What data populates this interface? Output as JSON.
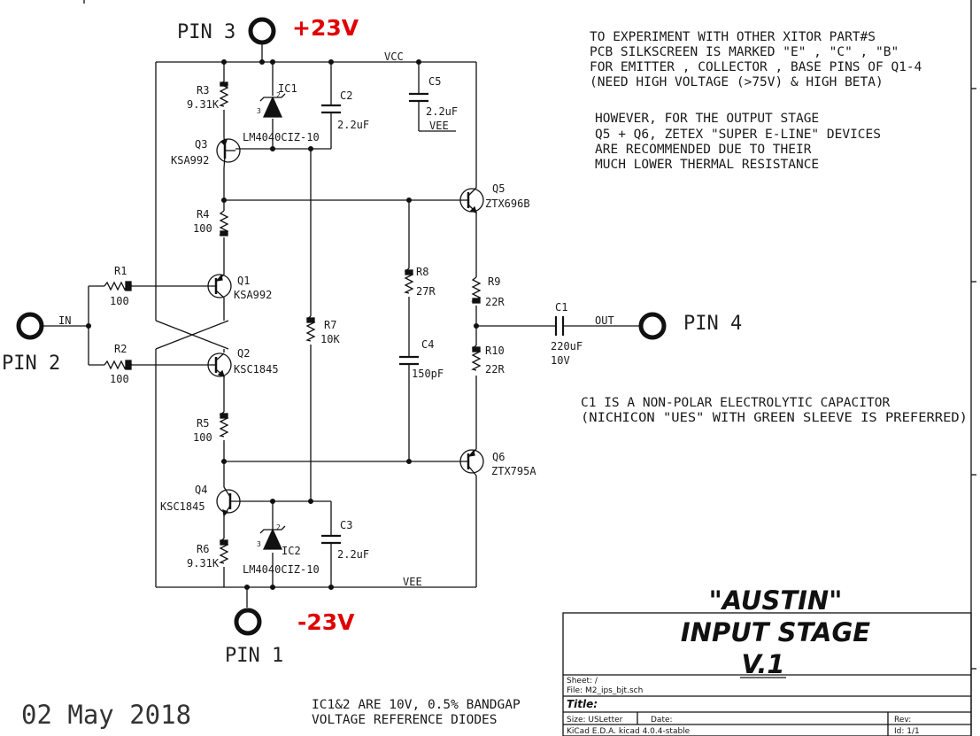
{
  "pins": {
    "pin3": "PIN 3",
    "pin2": "PIN 2",
    "pin4": "PIN 4",
    "pin1": "PIN 1"
  },
  "rails": {
    "positive": "+23V",
    "negative": "-23V",
    "vcc": "VCC",
    "vee_top": "VEE",
    "vee_bottom": "VEE"
  },
  "nets": {
    "in": "IN",
    "out": "OUT"
  },
  "components": {
    "r1": {
      "ref": "R1",
      "value": "100"
    },
    "r2": {
      "ref": "R2",
      "value": "100"
    },
    "r3": {
      "ref": "R3",
      "value": "9.31K"
    },
    "r4": {
      "ref": "R4",
      "value": "100"
    },
    "r5": {
      "ref": "R5",
      "value": "100"
    },
    "r6": {
      "ref": "R6",
      "value": "9.31K"
    },
    "r7": {
      "ref": "R7",
      "value": "10K"
    },
    "r8": {
      "ref": "R8",
      "value": "27R"
    },
    "r9": {
      "ref": "R9",
      "value": "22R"
    },
    "r10": {
      "ref": "R10",
      "value": "22R"
    },
    "c1": {
      "ref": "C1",
      "value": "220uF",
      "voltage": "10V"
    },
    "c2": {
      "ref": "C2",
      "value": "2.2uF"
    },
    "c3": {
      "ref": "C3",
      "value": "2.2uF"
    },
    "c4": {
      "ref": "C4",
      "value": "150pF"
    },
    "c5": {
      "ref": "C5",
      "value": "2.2uF"
    },
    "ic1": {
      "ref": "IC1",
      "value": "LM4040CIZ-10"
    },
    "ic2": {
      "ref": "IC2",
      "value": "LM4040CIZ-10"
    },
    "q1": {
      "ref": "Q1",
      "value": "KSA992"
    },
    "q2": {
      "ref": "Q2",
      "value": "KSC1845"
    },
    "q3": {
      "ref": "Q3",
      "value": "KSA992"
    },
    "q4": {
      "ref": "Q4",
      "value": "KSC1845"
    },
    "q5": {
      "ref": "Q5",
      "value": "ZTX696B"
    },
    "q6": {
      "ref": "Q6",
      "value": "ZTX795A"
    }
  },
  "notes": {
    "xitor": [
      "TO EXPERIMENT WITH OTHER XITOR PART#S",
      "PCB SILKSCREEN IS MARKED \"E\" , \"C\" , \"B\"",
      "FOR EMITTER , COLLECTOR , BASE  PINS OF Q1-4",
      "(NEED HIGH VOLTAGE (>75V) & HIGH BETA)"
    ],
    "output": [
      "HOWEVER, FOR THE OUTPUT STAGE",
      "Q5 + Q6, ZETEX \"SUPER E-LINE\" DEVICES",
      "ARE RECOMMENDED DUE TO THEIR",
      "MUCH LOWER THERMAL RESISTANCE"
    ],
    "c1": [
      "C1 IS A NON-POLAR ELECTROLYTIC CAPACITOR",
      "(NICHICON \"UES\" WITH GREEN SLEEVE IS PREFERRED)"
    ],
    "ic": [
      "IC1&2 ARE 10V, 0.5% BANDGAP",
      "VOLTAGE REFERENCE DIODES"
    ]
  },
  "date": "02 May 2018",
  "title": {
    "line1": "\"AUSTIN\"",
    "line2": "INPUT STAGE",
    "line3": "V.1"
  },
  "title_block": {
    "sheet": "Sheet: /",
    "file": "File: M2_ips_bjt.sch",
    "title_label": "Title:",
    "size": "Size: USLetter",
    "date_label": "Date:",
    "rev_label": "Rev:",
    "tool": "KiCad E.D.A.  kicad 4.0.4-stable",
    "id": "Id: 1/1"
  },
  "colors": {
    "rail_label": "#e00000",
    "ink": "#111111"
  }
}
